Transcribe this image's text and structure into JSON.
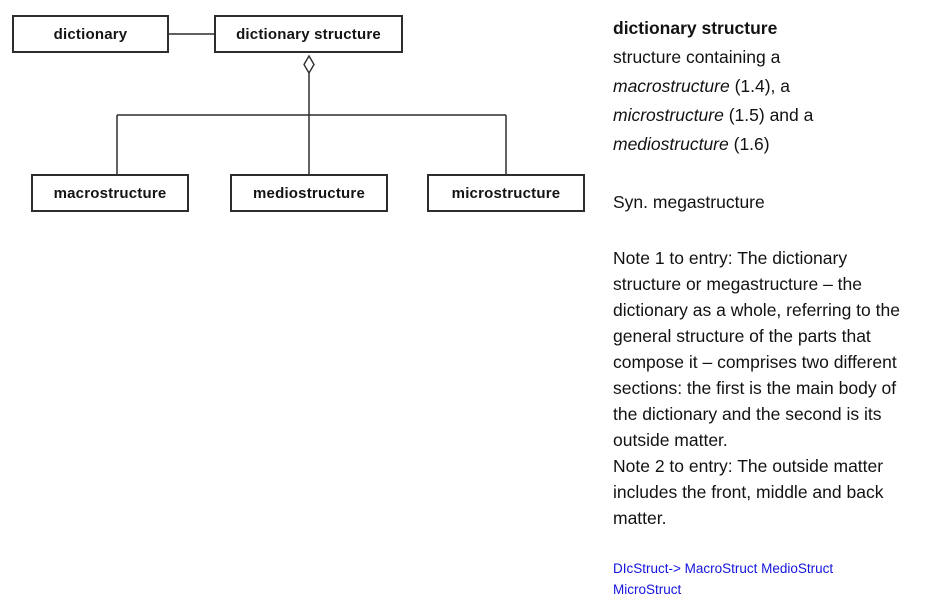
{
  "diagram": {
    "nodes": {
      "dictionary": {
        "label": "dictionary"
      },
      "dictionary_structure": {
        "label": "dictionary structure"
      },
      "macrostructure": {
        "label": "macrostructure"
      },
      "mediostructure": {
        "label": "mediostructure"
      },
      "microstructure": {
        "label": "microstructure"
      }
    },
    "relations": {
      "aggregation_marker": "open-diamond",
      "association": "dictionary — dictionary structure",
      "parts": [
        "macrostructure",
        "mediostructure",
        "microstructure"
      ]
    }
  },
  "panel": {
    "term": "dictionary structure",
    "definition": {
      "line1": "structure containing a",
      "line2_italic": "macrostructure",
      "line2_rest": " (1.4), a",
      "line3_italic": "microstructure",
      "line3_rest": " (1.5) and a",
      "line4_italic": "mediostructure",
      "line4_rest": " (1.6)"
    },
    "synonym": "Syn. megastructure",
    "notes": [
      "Note 1 to entry: The dictionary",
      "structure or megastructure – the",
      "dictionary as a whole, referring to the",
      "general structure of the parts that",
      "compose it – comprises two different",
      "sections: the first is the main body of",
      "the dictionary and the second is its",
      "outside matter.",
      "Note 2 to entry: The outside matter",
      "includes the front, middle and back",
      "matter."
    ],
    "links": [
      "DIcStruct-> MacroStruct MedioStruct",
      "MicroStruct"
    ]
  },
  "colors": {
    "line": "#2d2d2d",
    "text": "#121212",
    "link_blue": "#1414dc",
    "background": "#ffffff"
  }
}
